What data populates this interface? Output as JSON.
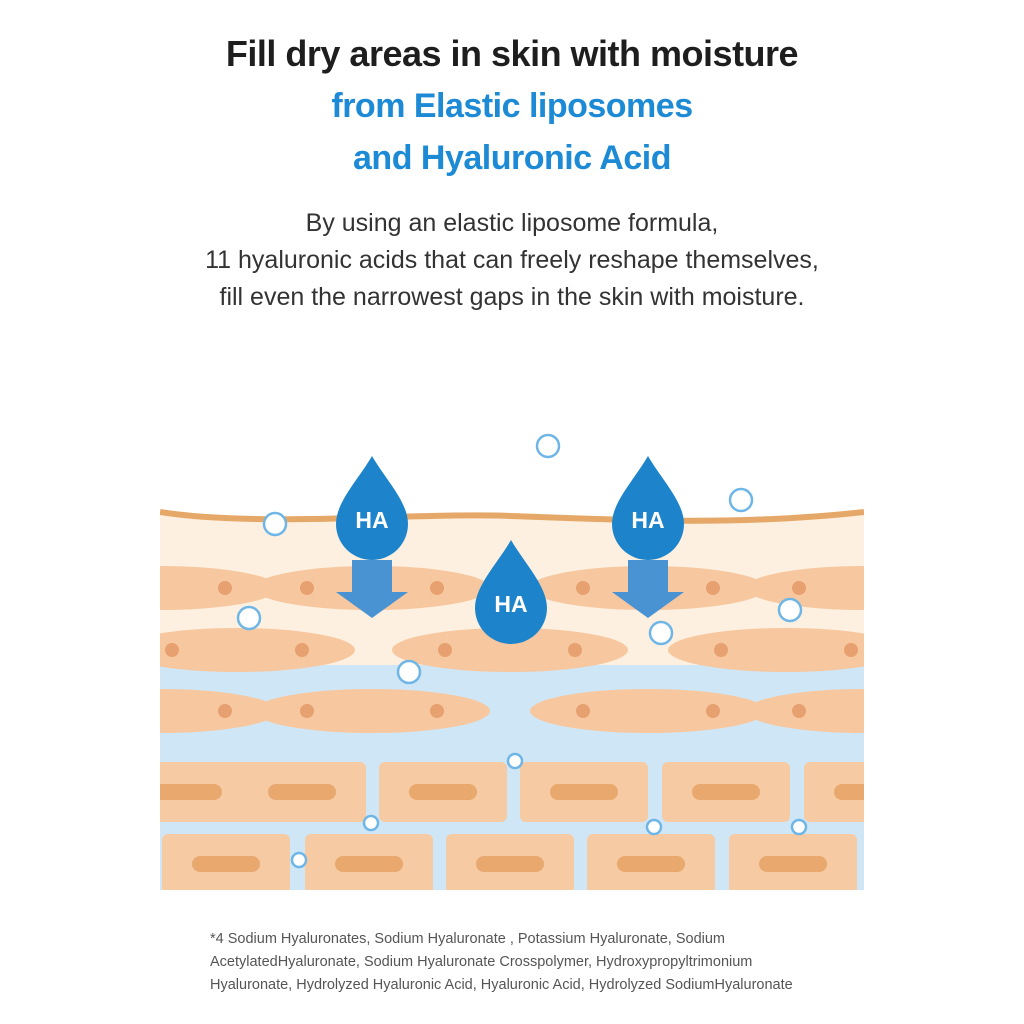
{
  "colors": {
    "headline_dark": "#1e1e1e",
    "headline_accent": "#1d8ad6",
    "ha_drop": "#1d84cc",
    "arrow": "#4a93d3",
    "skin_top_line": "#e6a868",
    "skin_cream": "#fdf0e0",
    "cell_fill": "#f7c8a0",
    "nucleus": "#e7a070",
    "moisture_layer": "#cfe6f6",
    "brick_fill": "#f6caa2",
    "brick_core": "#e8a86e",
    "bubble_stroke": "#6fb6e6"
  },
  "headline": {
    "line1": "Fill dry areas in skin with moisture",
    "line2": "from Elastic liposomes",
    "line3": "and Hyaluronic Acid"
  },
  "description": {
    "line1": "By using an elastic liposome formula,",
    "line2": "11 hyaluronic acids that can freely reshape themselves,",
    "line3": "fill even the narrowest gaps in the skin with moisture."
  },
  "illustration": {
    "drop_label": "HA"
  },
  "footnote": {
    "line1": "*4 Sodium Hyaluronates, Sodium Hyaluronate , Potassium Hyaluronate, Sodium",
    "line2": "AcetylatedHyaluronate,  Sodium Hyaluronate Crosspolymer, Hydroxypropyltrimonium",
    "line3": "Hyaluronate, Hydrolyzed Hyaluronic Acid, Hyaluronic Acid, Hydrolyzed SodiumHyaluronate"
  }
}
